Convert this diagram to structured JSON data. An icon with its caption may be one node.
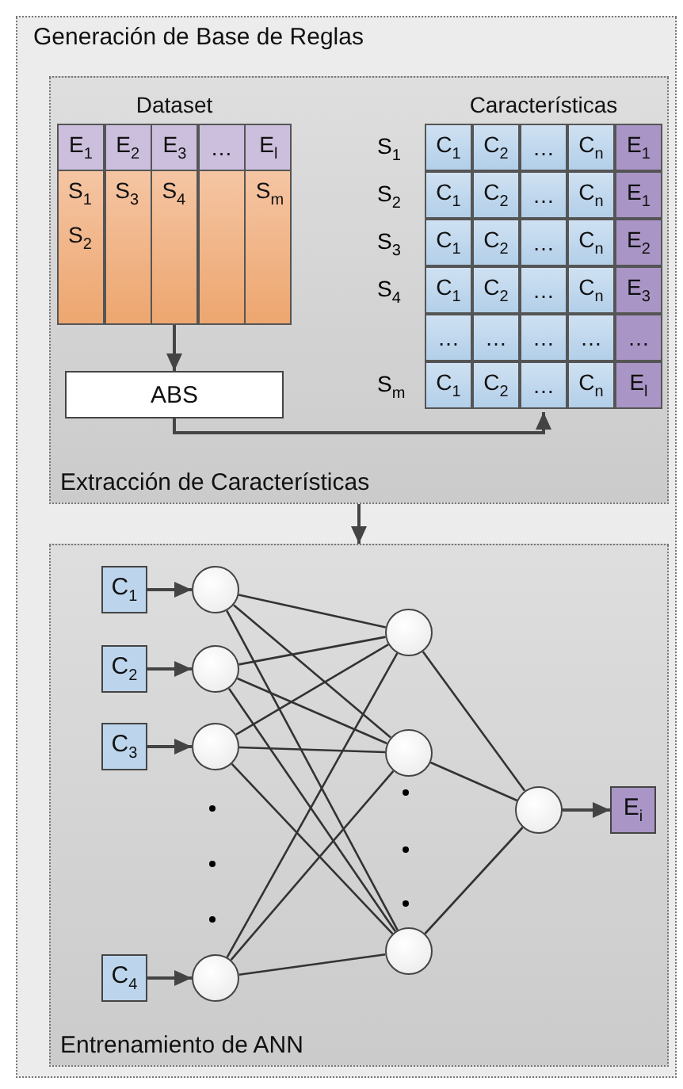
{
  "diagram": {
    "nodes": [
      {
        "text": [
          "Generación de Base de Reglas"
        ]
      },
      {
        "text": [
          "Extracción de Características"
        ],
        "in": 0
      },
      {
        "text": [
          "Dataset"
        ],
        "in": 1
      },
      {
        "text": [
          "ABS"
        ],
        "in": 1
      },
      {
        "text": [
          "Características"
        ],
        "in": 1
      },
      {
        "text": [
          "Entrenamiento de ANN"
        ],
        "in": 0
      },
      {
        "text": [
          "C$_{1}$"
        ],
        "in": 5
      },
      {
        "text": [
          "C$_{2}$"
        ],
        "in": 5
      },
      {
        "text": [
          "C$_{3}$"
        ],
        "in": 5
      },
      {
        "text": [
          "C$_{4}$"
        ],
        "in": 5
      },
      {
        "text": [],
        "shape": "circle",
        "in": 5
      },
      {
        "text": [],
        "shape": "circle",
        "in": 5
      },
      {
        "text": [],
        "shape": "circle",
        "in": 5
      },
      {
        "text": [],
        "shape": "circle",
        "in": 5
      },
      {
        "text": [],
        "shape": "circle",
        "in": 5
      },
      {
        "text": [],
        "shape": "circle",
        "in": 5
      },
      {
        "text": [],
        "shape": "circle",
        "in": 5
      },
      {
        "text": [],
        "shape": "circle",
        "in": 5
      },
      {
        "text": [
          "E$_{i}$"
        ],
        "in": 5
      }
    ],
    "edges": [
      {
        "from": 2,
        "to": 3,
        "arrow": "to"
      },
      {
        "from": 3,
        "to": 4,
        "arrow": "to"
      },
      {
        "from": 1,
        "to": 5,
        "arrow": "to"
      },
      {
        "from": 6,
        "to": 10,
        "arrow": "to"
      },
      {
        "from": 7,
        "to": 11,
        "arrow": "to"
      },
      {
        "from": 8,
        "to": 12,
        "arrow": "to"
      },
      {
        "from": 9,
        "to": 13,
        "arrow": "to"
      },
      {
        "from": 10,
        "to": 14,
        "arrow": "none"
      },
      {
        "from": 10,
        "to": 15,
        "arrow": "none"
      },
      {
        "from": 10,
        "to": 16,
        "arrow": "none"
      },
      {
        "from": 11,
        "to": 14,
        "arrow": "none"
      },
      {
        "from": 11,
        "to": 15,
        "arrow": "none"
      },
      {
        "from": 11,
        "to": 16,
        "arrow": "none"
      },
      {
        "from": 12,
        "to": 14,
        "arrow": "none"
      },
      {
        "from": 12,
        "to": 15,
        "arrow": "none"
      },
      {
        "from": 12,
        "to": 16,
        "arrow": "none"
      },
      {
        "from": 13,
        "to": 14,
        "arrow": "none"
      },
      {
        "from": 13,
        "to": 15,
        "arrow": "none"
      },
      {
        "from": 13,
        "to": 16,
        "arrow": "none"
      },
      {
        "from": 14,
        "to": 17,
        "arrow": "none"
      },
      {
        "from": 15,
        "to": 17,
        "arrow": "none"
      },
      {
        "from": 16,
        "to": 17,
        "arrow": "none"
      },
      {
        "from": 17,
        "to": 18,
        "arrow": "to"
      }
    ],
    "labels": [
      "E$_{1}$",
      "E$_{2}$",
      "E$_{3}$",
      "…",
      "E$_{l}$",
      "S$_{1}$",
      "S$_{3}$",
      "S$_{4}$",
      "S$_{m}$",
      "S$_{2}$",
      "S$_{1}$",
      "C$_{1}$",
      "C$_{2}$",
      "…",
      "C$_{n}$",
      "E$_{1}$",
      "S$_{2}$",
      "C$_{1}$",
      "C$_{2}$",
      "…",
      "C$_{n}$",
      "E$_{1}$",
      "S$_{3}$",
      "C$_{1}$",
      "C$_{2}$",
      "…",
      "C$_{n}$",
      "E$_{2}$",
      "S$_{4}$",
      "C$_{1}$",
      "C$_{2}$",
      "…",
      "C$_{n}$",
      "E$_{3}$",
      "…",
      "…",
      "…",
      "…",
      "…",
      "S$_{m}$",
      "C$_{1}$",
      "C$_{2}$",
      "…",
      "C$_{n}$",
      "E$_{l}$"
    ]
  }
}
